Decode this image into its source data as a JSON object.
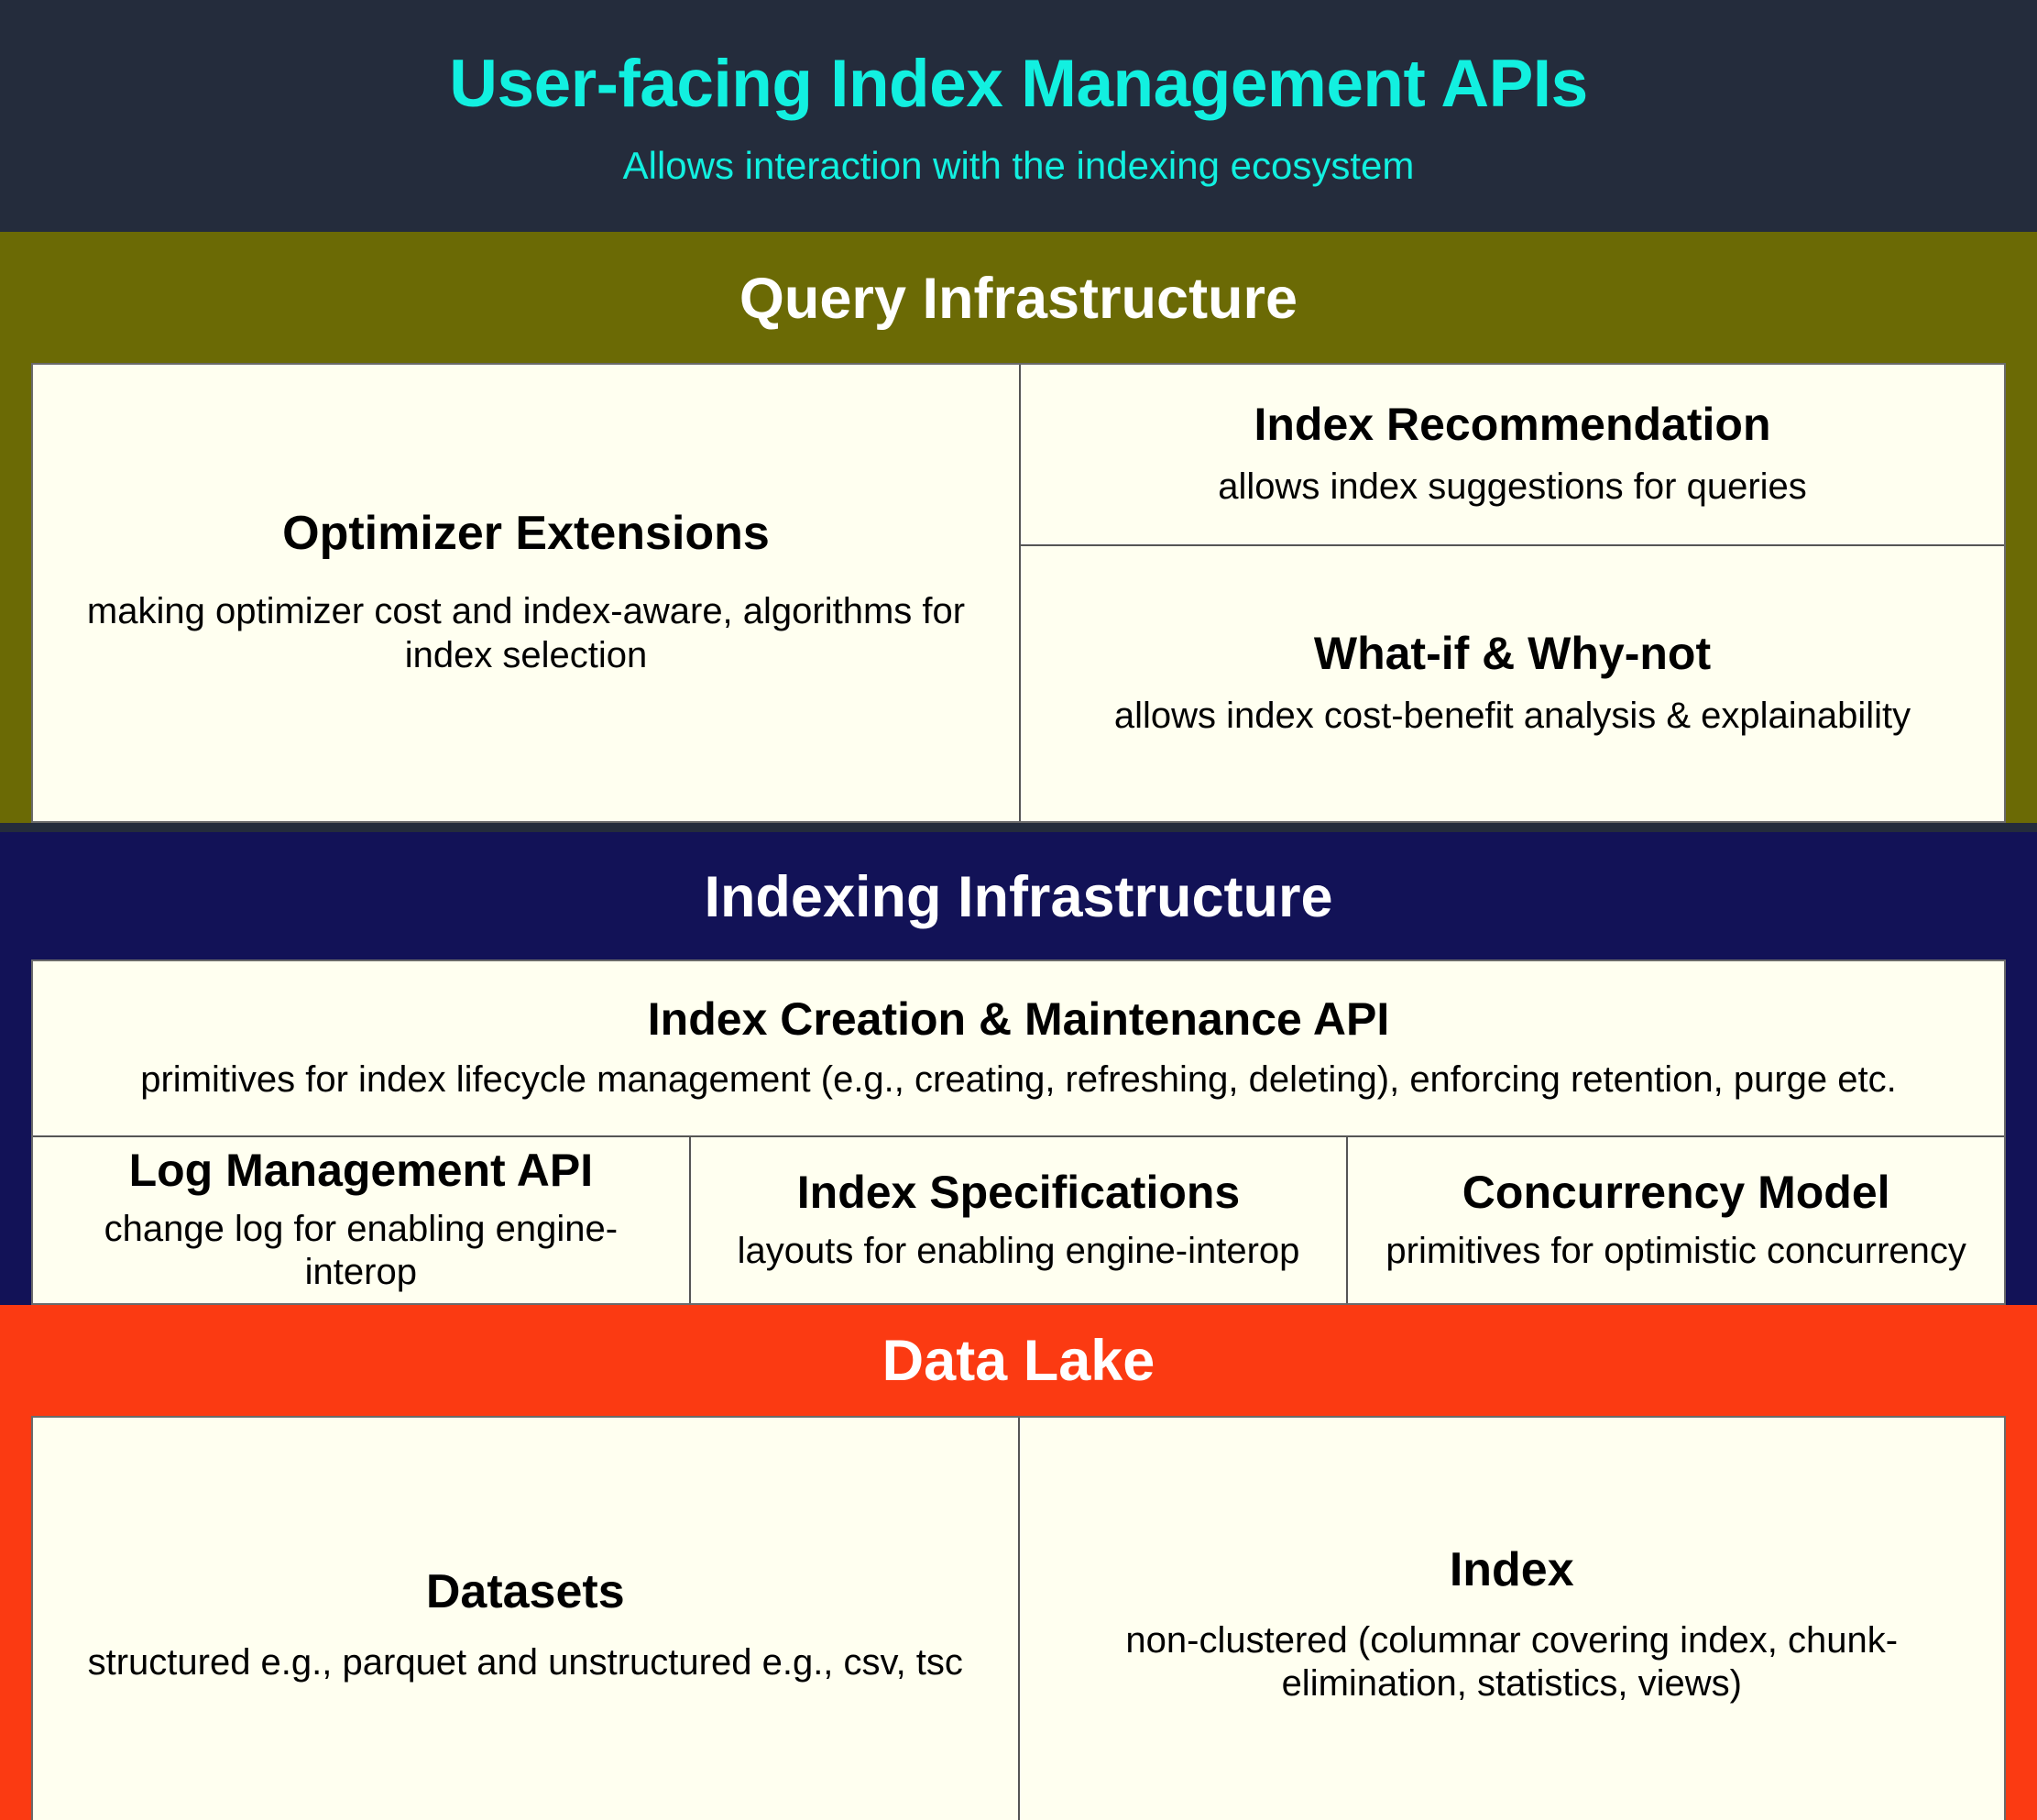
{
  "header": {
    "title": "User-facing Index Management APIs",
    "subtitle": "Allows interaction with the indexing ecosystem",
    "bg_color": "#242c3c",
    "text_color": "#12f0e0"
  },
  "sections": [
    {
      "id": "query-infrastructure",
      "title": "Query Infrastructure",
      "band_color": "#6b6a05",
      "title_color": "#ffffff",
      "card_bg": "#fffff0",
      "cards": [
        {
          "id": "optimizer-extensions",
          "title": "Optimizer Extensions",
          "desc": "making optimizer cost and index-aware, algorithms for index selection"
        },
        {
          "id": "index-recommendation",
          "title": "Index Recommendation",
          "desc": "allows index suggestions for queries"
        },
        {
          "id": "what-if-why-not",
          "title": "What-if & Why-not",
          "desc": "allows index cost-benefit analysis & explainability"
        }
      ]
    },
    {
      "id": "indexing-infrastructure",
      "title": "Indexing Infrastructure",
      "band_color": "#121257",
      "title_color": "#ffffff",
      "card_bg": "#fffff0",
      "cards": [
        {
          "id": "index-creation-maintenance-api",
          "title": "Index Creation & Maintenance API",
          "desc": "primitives for index lifecycle management (e.g., creating, refreshing, deleting), enforcing retention, purge etc."
        },
        {
          "id": "log-management-api",
          "title": "Log Management API",
          "desc": "change log for enabling engine-interop"
        },
        {
          "id": "index-specifications",
          "title": "Index Specifications",
          "desc": "layouts for enabling engine-interop"
        },
        {
          "id": "concurrency-model",
          "title": "Concurrency Model",
          "desc": "primitives for optimistic concurrency"
        }
      ]
    },
    {
      "id": "data-lake",
      "title": "Data Lake",
      "band_color": "#fb3a12",
      "title_color": "#ffffff",
      "card_bg": "#fffff0",
      "cards": [
        {
          "id": "datasets",
          "title": "Datasets",
          "desc": "structured e.g., parquet and unstructured e.g., csv, tsc"
        },
        {
          "id": "index",
          "title": "Index",
          "desc": "non-clustered (columnar covering index, chunk-elimination, statistics, views)"
        }
      ]
    }
  ]
}
